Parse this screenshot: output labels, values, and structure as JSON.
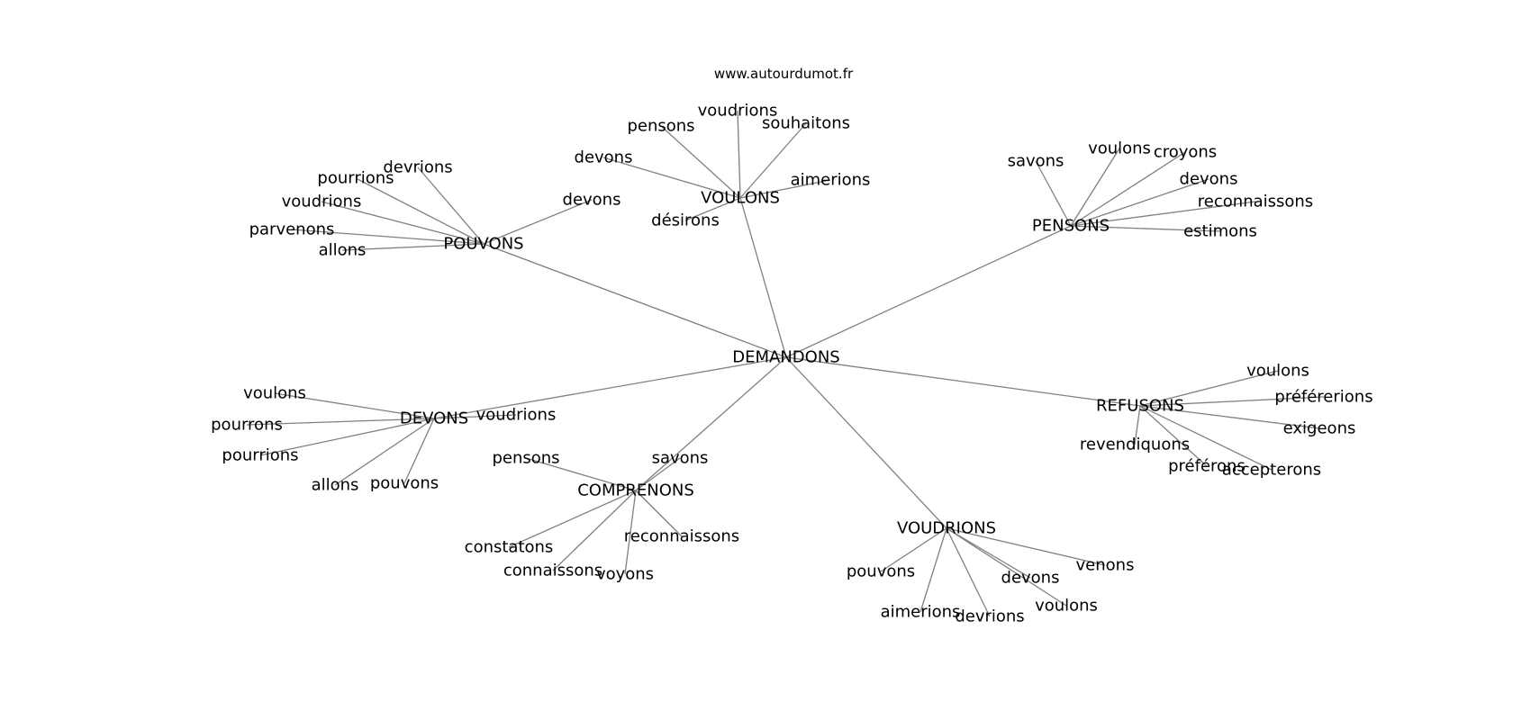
{
  "site": "www.autourdumot.fr",
  "root": "DEMANDONS",
  "branches": [
    {
      "label": "POUVONS",
      "leaves": [
        "devrions",
        "pourrions",
        "voudrions",
        "parvenons",
        "allons",
        "devons"
      ]
    },
    {
      "label": "VOULONS",
      "leaves": [
        "voudrions",
        "pensons",
        "souhaitons",
        "devons",
        "aimerions",
        "désirons"
      ]
    },
    {
      "label": "PENSONS",
      "leaves": [
        "savons",
        "voulons",
        "croyons",
        "devons",
        "reconnaissons",
        "estimons"
      ]
    },
    {
      "label": "REFUSONS",
      "leaves": [
        "voulons",
        "préférerions",
        "exigeons",
        "accepterons",
        "préférons",
        "revendiquons"
      ]
    },
    {
      "label": "VOUDRIONS",
      "leaves": [
        "venons",
        "devons",
        "voulons",
        "devrions",
        "aimerions",
        "pouvons"
      ]
    },
    {
      "label": "COMPRENONS",
      "leaves": [
        "savons",
        "pensons",
        "reconnaissons",
        "voyons",
        "connaissons",
        "constatons"
      ]
    },
    {
      "label": "DEVONS",
      "leaves": [
        "voulons",
        "pourrons",
        "pourrions",
        "allons",
        "pouvons",
        "voudrions"
      ]
    }
  ]
}
